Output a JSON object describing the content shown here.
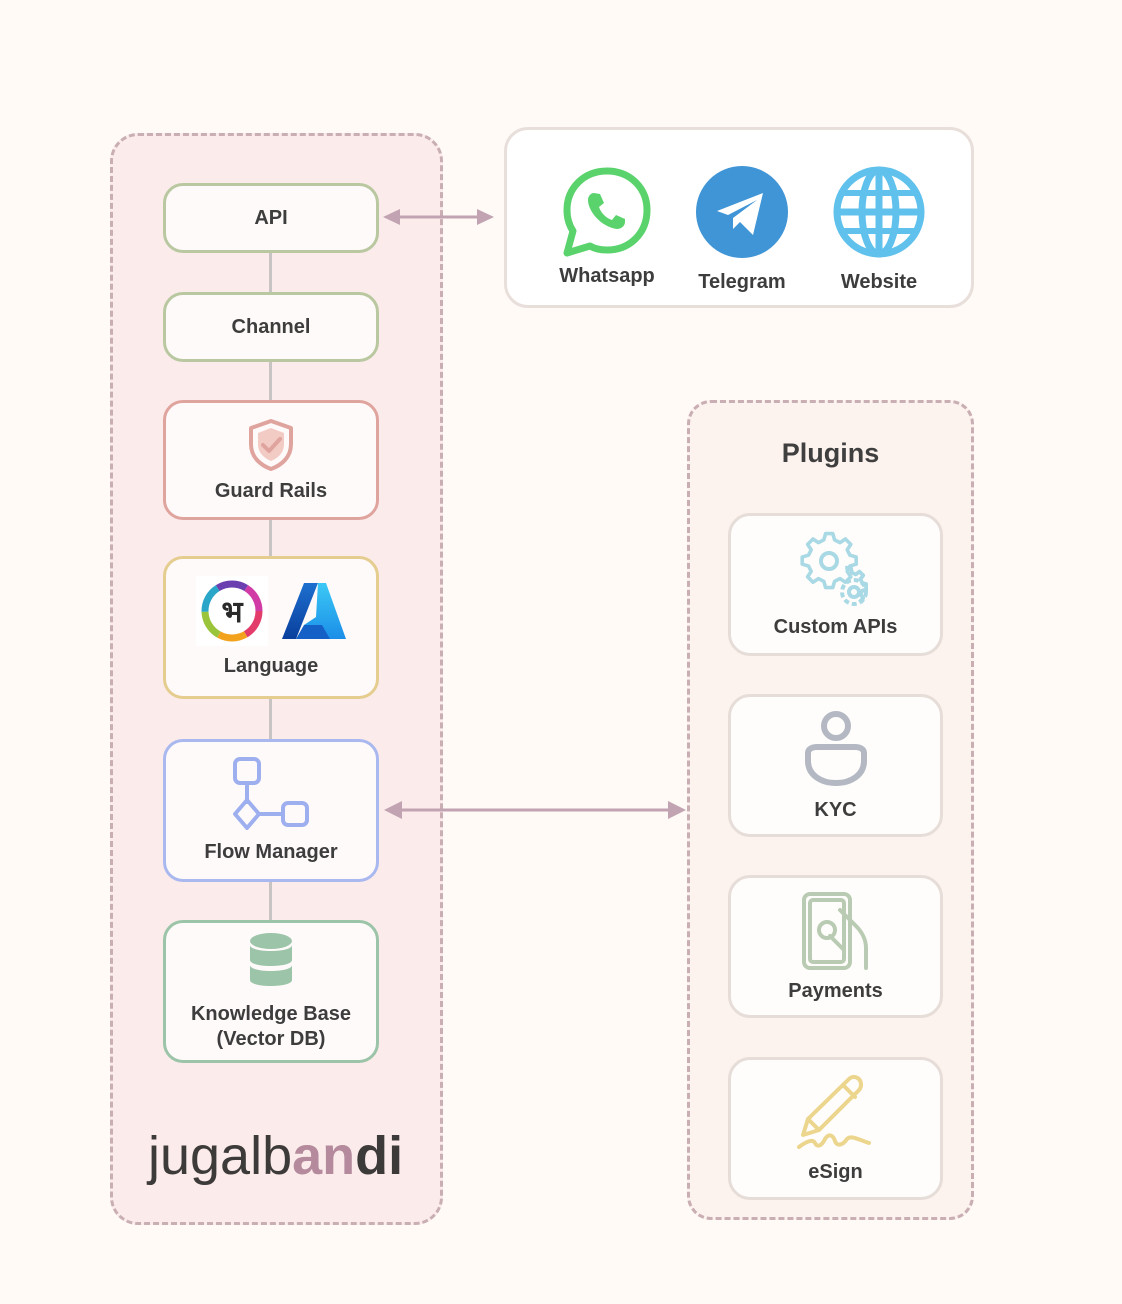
{
  "core": {
    "api": "API",
    "channel": "Channel",
    "guard_rails": "Guard Rails",
    "language": "Language",
    "flow_manager": "Flow Manager",
    "knowledge_base_line1": "Knowledge Base",
    "knowledge_base_line2": "(Vector DB)"
  },
  "channels": {
    "whatsapp": "Whatsapp",
    "telegram": "Telegram",
    "website": "Website"
  },
  "plugins": {
    "title": "Plugins",
    "custom_apis": "Custom APIs",
    "kyc": "KYC",
    "payments": "Payments",
    "esign": "eSign"
  },
  "logo": {
    "part1": "jugalb",
    "part2": "an",
    "part3": "di"
  },
  "icons": {
    "guard_rails": "shield-check-icon",
    "language_left": "bhashini-icon",
    "language_right": "azure-icon",
    "flow_manager": "flow-icon",
    "knowledge_base": "database-icon",
    "whatsapp": "whatsapp-icon",
    "telegram": "telegram-icon",
    "website": "globe-icon",
    "custom_apis": "gears-icon",
    "kyc": "user-icon",
    "payments": "payment-icon",
    "esign": "pen-icon"
  },
  "colors": {
    "api_border": "#b9c8a0",
    "channel_border": "#b9c8a0",
    "guard_border": "#e0a49e",
    "language_border": "#e4cd8f",
    "flow_border": "#a9b8ee",
    "kb_border": "#9cc4a8",
    "arrow": "#c2a3b2"
  }
}
